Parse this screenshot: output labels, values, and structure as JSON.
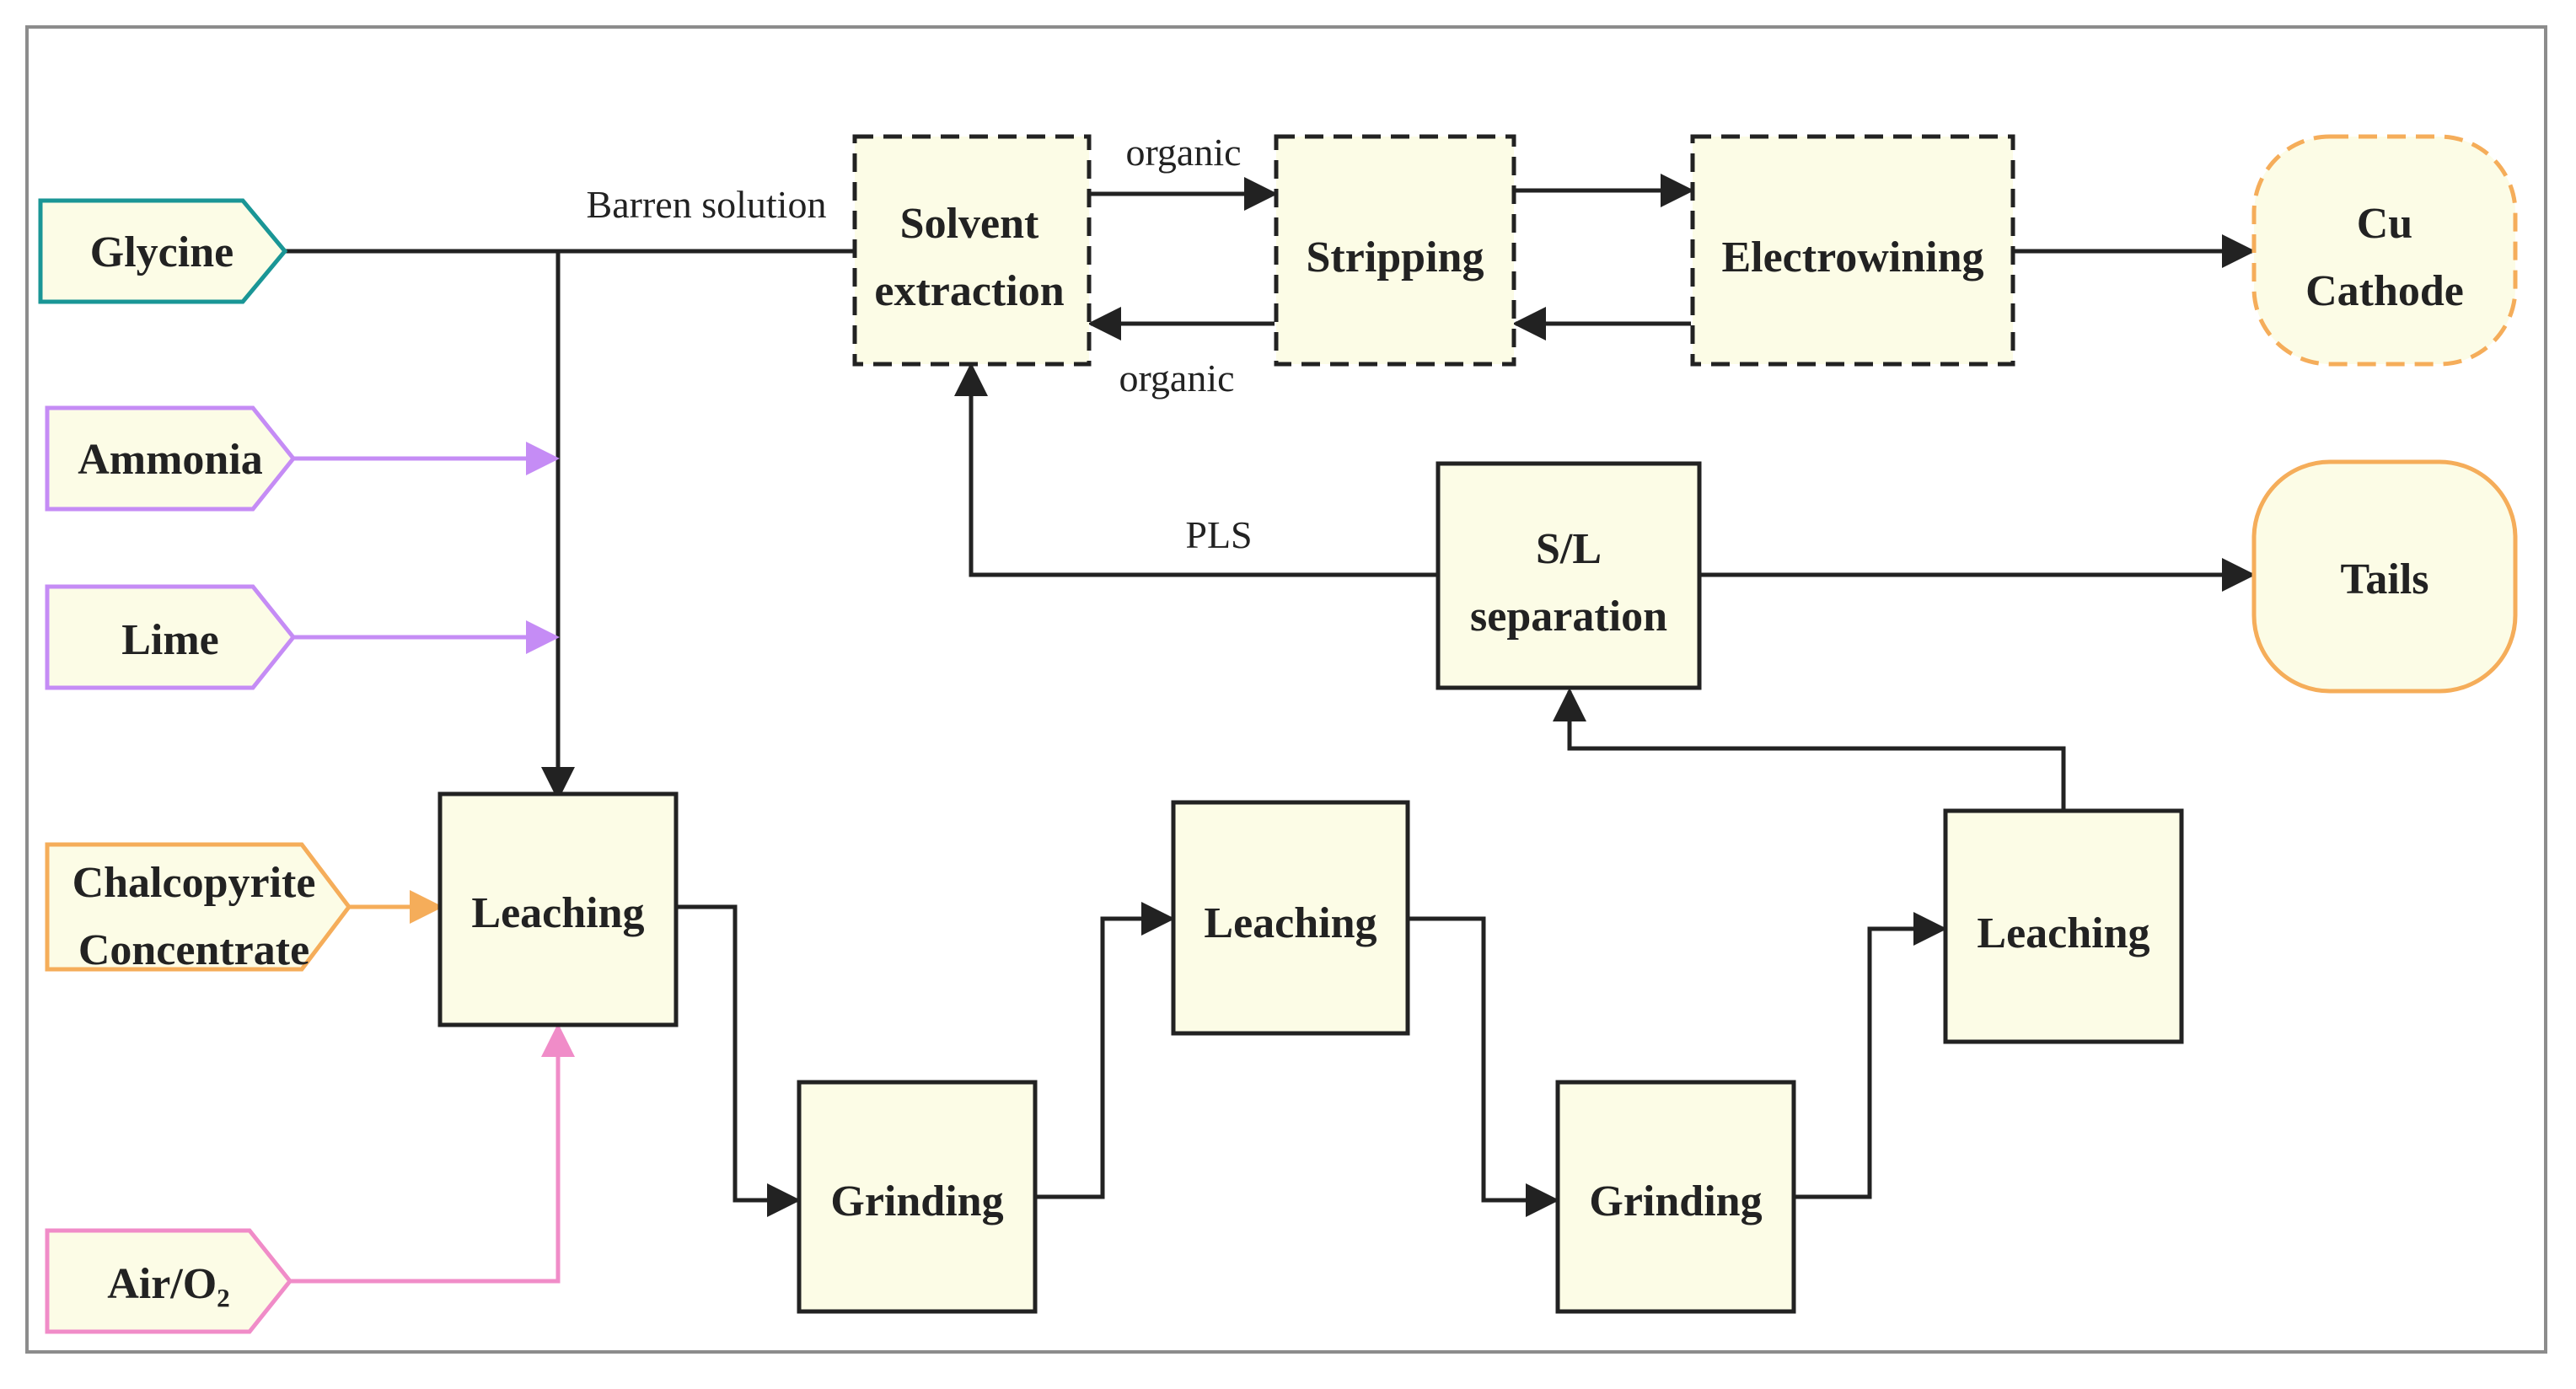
{
  "colors": {
    "box_fill": "#fcfce6",
    "box_stroke": "#222222",
    "glycine": "#1a9696",
    "reagents": "#c58cf5",
    "concentrate": "#f5ad5a",
    "air": "#f08cc8",
    "outputs": "#f5ad5a"
  },
  "inputs": {
    "glycine": "Glycine",
    "ammonia": "Ammonia",
    "lime": "Lime",
    "chalcopyrite": "Chalcopyrite",
    "concentrate": "Concentrate",
    "air": "Air/O₂"
  },
  "nodes": {
    "solvent_extraction": [
      "Solvent",
      "extraction"
    ],
    "stripping": "Stripping",
    "electrowining": "Electrowining",
    "cu_cathode": [
      "Cu",
      "Cathode"
    ],
    "sl_separation": [
      "S/L",
      "separation"
    ],
    "tails": "Tails",
    "leaching_1": "Leaching",
    "grinding_1": "Grinding",
    "leaching_2": "Leaching",
    "grinding_2": "Grinding",
    "leaching_3": "Leaching"
  },
  "edge_labels": {
    "barren_solution": "Barren solution",
    "organic_top": "organic",
    "organic_bottom": "organic",
    "pls": "PLS"
  }
}
